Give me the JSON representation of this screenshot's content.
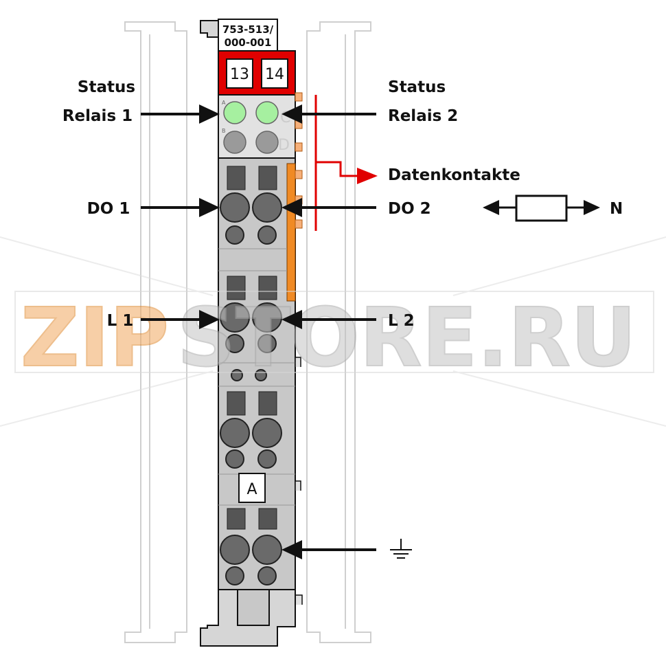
{
  "module": {
    "article_number_line1": "753-513/",
    "article_number_line2": "000-001",
    "terminal_left": "13",
    "terminal_right": "14",
    "led_a_letter": "A",
    "led_b_letter": "B",
    "led_c_letter": "C",
    "led_d_letter": "D",
    "marker_label": "A"
  },
  "labels": {
    "status_relais_1_line1": "Status",
    "status_relais_1_line2": "Relais 1",
    "status_relais_2_line1": "Status",
    "status_relais_2_line2": "Relais 2",
    "datenkontakte": "Datenkontakte",
    "do1": "DO 1",
    "do2": "DO 2",
    "l1": "L 1",
    "l2": "L 2",
    "n": "N",
    "ground_symbol_name": "ground-icon"
  },
  "watermark": {
    "text_orange": "ZIP",
    "text_gray": "STORE.RU"
  },
  "colors": {
    "red": "#e00000",
    "orange": "#f08a24",
    "led_green": "#a6f0a0",
    "module_gray": "#c8c8c8",
    "dark_gray": "#555555"
  }
}
